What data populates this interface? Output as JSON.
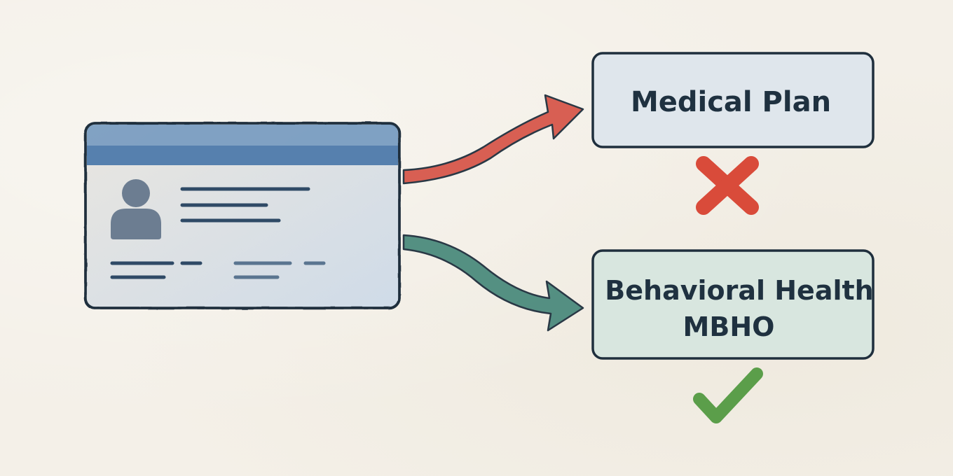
{
  "diagram": {
    "card": {
      "name": "insurance-id-card",
      "header_color": "#5e87b3",
      "body_color": "#dde6ef",
      "outline_color": "#1f2f3d",
      "avatar_color": "#6c7d91"
    },
    "targets": [
      {
        "label_lines": [
          "Medical Plan"
        ],
        "fill": "#dfe6ec",
        "arrow_color": "#d7584b",
        "status": "rejected",
        "status_icon": "x-mark-icon",
        "status_color": "#d94b3a"
      },
      {
        "label_lines": [
          "Behavioral Health",
          "MBHO"
        ],
        "fill": "#d8e6df",
        "arrow_color": "#4c8b7d",
        "status": "accepted",
        "status_icon": "check-mark-icon",
        "status_color": "#5b9e4a"
      }
    ]
  }
}
